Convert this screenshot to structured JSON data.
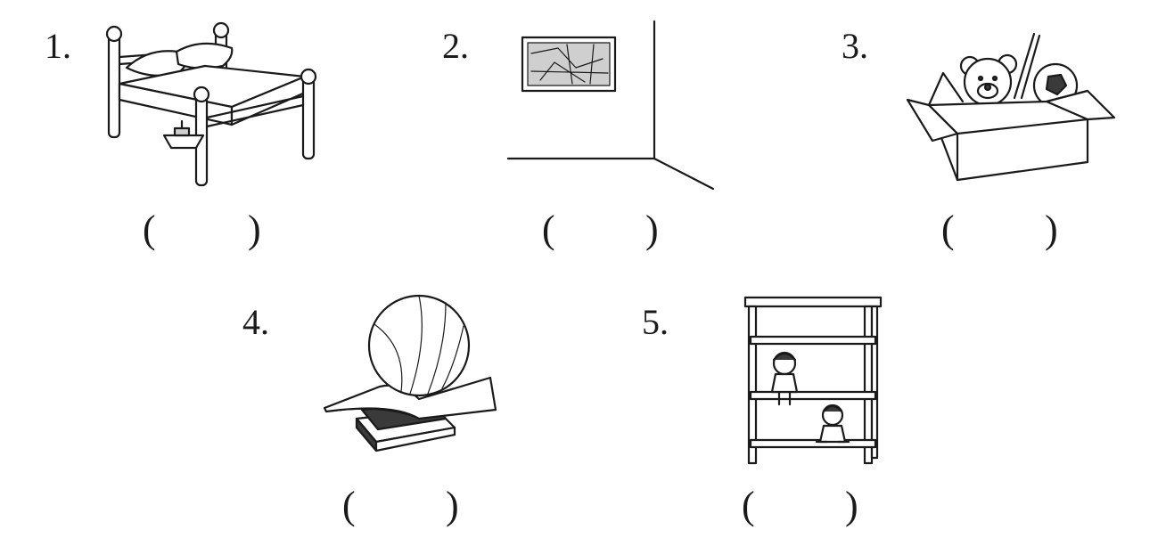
{
  "items": [
    {
      "number": "1.",
      "picture": "bed-icon",
      "paren_open": "(",
      "paren_close": ")"
    },
    {
      "number": "2.",
      "picture": "wall-map-corner-icon",
      "paren_open": "(",
      "paren_close": ")"
    },
    {
      "number": "3.",
      "picture": "toy-box-icon",
      "paren_open": "(",
      "paren_close": ")"
    },
    {
      "number": "4.",
      "picture": "ball-on-books-icon",
      "paren_open": "(",
      "paren_close": ")"
    },
    {
      "number": "5.",
      "picture": "shelf-with-dolls-icon",
      "paren_open": "(",
      "paren_close": ")"
    }
  ]
}
